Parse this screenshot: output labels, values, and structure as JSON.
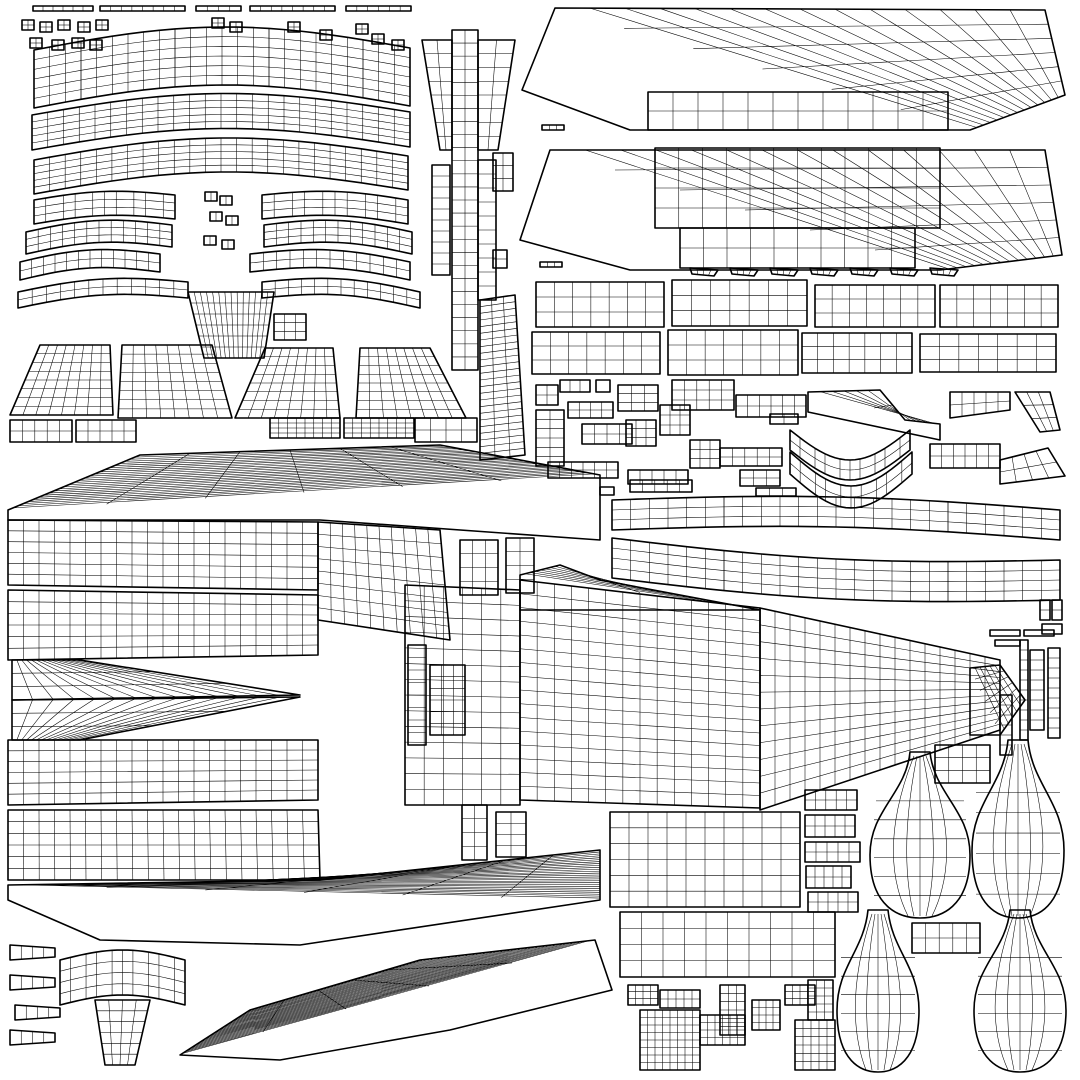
{
  "image": {
    "kind": "uv-unwrap-wireframe-layout",
    "background_color": "#ffffff",
    "line_color": "#000000",
    "text": []
  },
  "groups": [
    "small-detail-parts",
    "long-curved-strips",
    "vertical-pillar-parts",
    "top-right-large-panels",
    "mid-rectangular-panels",
    "left-wedge-panels",
    "main-body-shell",
    "right-small-parts",
    "bottom-left-fan-part",
    "bottom-curved-strip",
    "bottom-center-panels",
    "bottom-right-pod-shells"
  ]
}
